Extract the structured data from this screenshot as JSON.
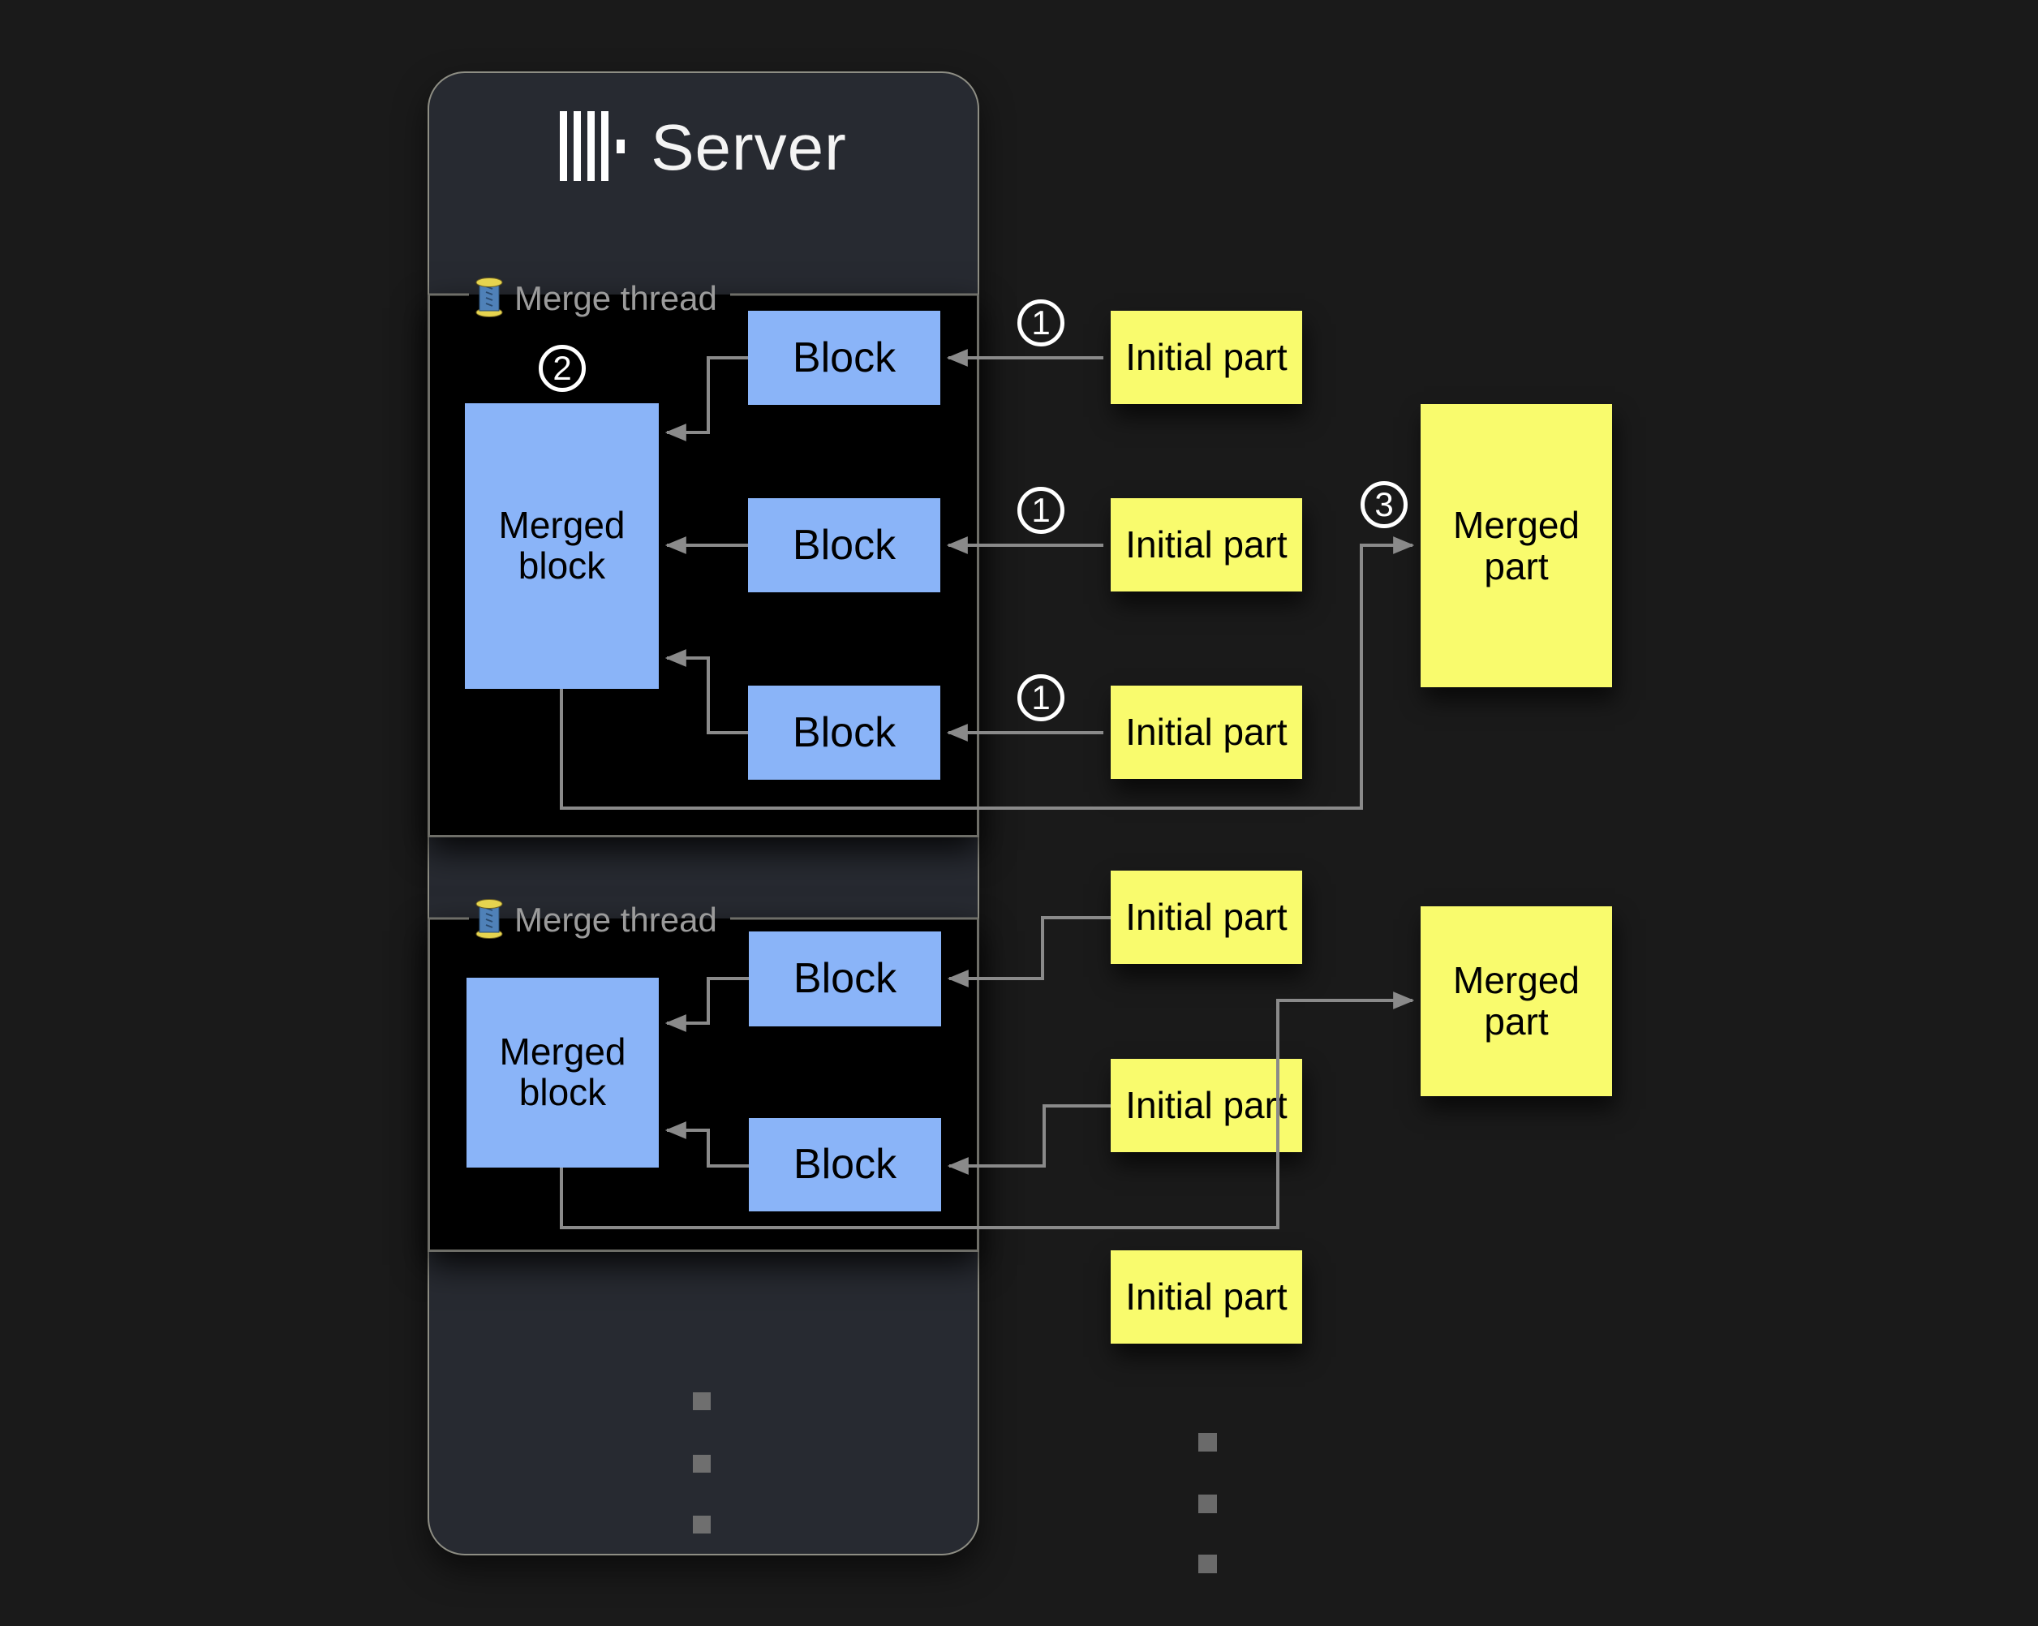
{
  "diagram_title": "Server",
  "colors": {
    "background": "#1a1a1a",
    "server_panel": "#272a31",
    "panel_border": "#8e8e84",
    "thread_box": "#000000",
    "thread_box_border": "#6e6e68",
    "block_blue": "#8ab4f8",
    "part_yellow": "#f9fb6d",
    "arrow_gray": "#8a8a8a",
    "label_gray": "#9b9b9b"
  },
  "server": {
    "title": "Server",
    "logo_icon": "clickhouse-bars-logo"
  },
  "steps": {
    "initial_insert": "1",
    "merge_blocks": "2",
    "merged_part": "3"
  },
  "threads": [
    {
      "label": "Merge thread",
      "icon": "thread-spool-icon",
      "merged_block_label": "Merged block",
      "blocks": [
        "Block",
        "Block",
        "Block"
      ]
    },
    {
      "label": "Merge thread",
      "icon": "thread-spool-icon",
      "merged_block_label": "Merged block",
      "blocks": [
        "Block",
        "Block"
      ]
    }
  ],
  "flow": {
    "initial_parts_thread1": [
      "Initial part",
      "Initial part",
      "Initial part"
    ],
    "merged_part_thread1": "Merged part",
    "initial_parts_thread2": [
      "Initial part",
      "Initial part",
      "Initial part"
    ],
    "merged_part_thread2": "Merged part"
  }
}
